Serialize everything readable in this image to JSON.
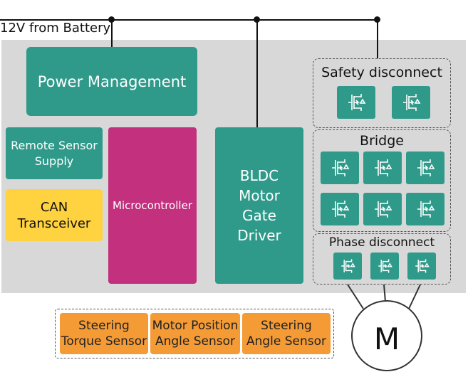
{
  "supply": {
    "label": "12V from Battery"
  },
  "blocks": {
    "power_management": "Power Management",
    "remote_sensor_supply": "Remote Sensor Supply",
    "can_transceiver": "CAN Transceiver",
    "microcontroller": "Microcontroller",
    "bldc_gate_driver": "BLDC Motor Gate Driver"
  },
  "groups": {
    "safety_disconnect": {
      "title": "Safety disconnect",
      "fet_count": 2
    },
    "bridge": {
      "title": "Bridge",
      "fet_count": 6
    },
    "phase_disconnect": {
      "title": "Phase disconnect",
      "fet_count": 3
    }
  },
  "sensors": {
    "steering_torque": "Steering Torque Sensor",
    "motor_position_angle": "Motor Position Angle Sensor",
    "steering_angle": "Steering Angle Sensor"
  },
  "motor": {
    "label": "M"
  },
  "colors": {
    "teal": "#2f9a8a",
    "magenta": "#c2307e",
    "yellow": "#ffd23f",
    "orange": "#f49b36",
    "panel": "#d8d8d8"
  }
}
